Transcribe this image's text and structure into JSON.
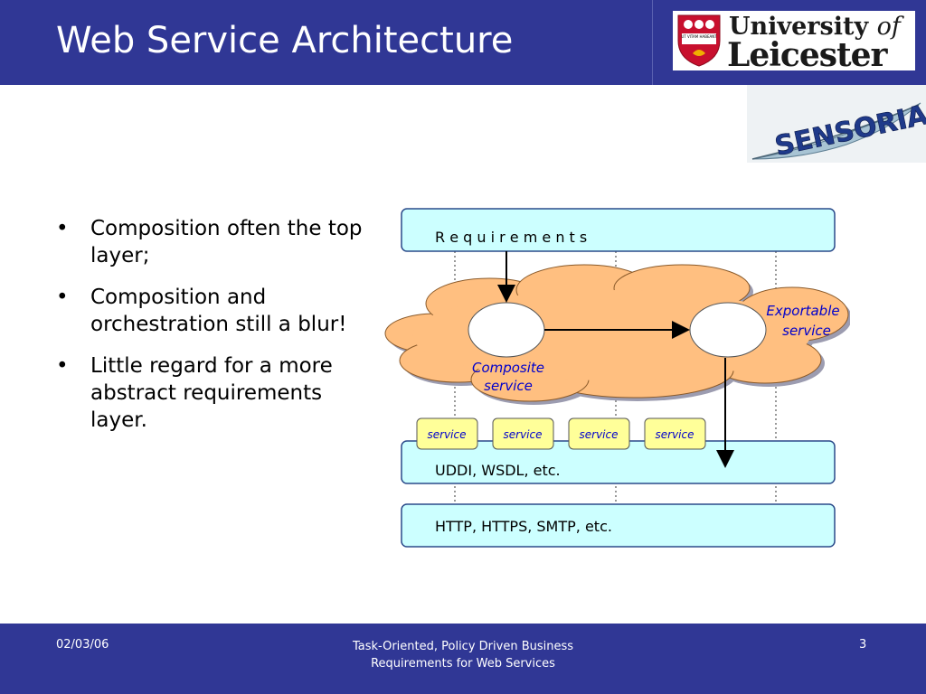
{
  "slide": {
    "title": "Web Service Architecture",
    "bullets": [
      "Composition often the top layer;",
      "Composition and orchestration still a blur!",
      "Little regard for a more abstract requirements layer."
    ],
    "bullet_char": "•"
  },
  "logos": {
    "university_line1": "University",
    "university_of": "of",
    "university_line2": "Leicester",
    "crest_motto": "UT VITAM HABEANT",
    "sensoria": "SENSORIA"
  },
  "diagram": {
    "requirements_label": "R e q u i r e m e n t s",
    "composite_label_1": "Composite",
    "composite_label_2": "service",
    "exportable_label_1": "Exportable",
    "exportable_label_2": "service",
    "services": [
      "service",
      "service",
      "service",
      "service"
    ],
    "uddi_label": "UDDI, WSDL, etc.",
    "http_label": "HTTP, HTTPS, SMTP, etc.",
    "colors": {
      "layer_fill": "#ccffff",
      "cloud_fill": "#ffbf80",
      "service_fill": "#ffff99",
      "text_blue": "#0000cc"
    }
  },
  "footer": {
    "date": "02/03/06",
    "center_line1": "Task-Oriented, Policy Driven Business",
    "center_line2": "Requirements for Web Services",
    "page": "3"
  }
}
